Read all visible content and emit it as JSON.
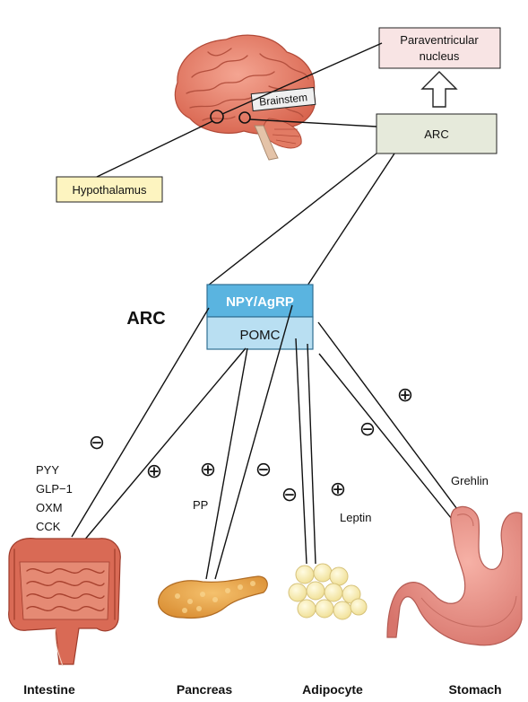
{
  "brain_labels": {
    "brainstem": "Brainstem",
    "hypothalamus": "Hypothalamus"
  },
  "boxes": {
    "paraventricular_line1": "Paraventricular",
    "paraventricular_line2": "nucleus",
    "arc_small": "ARC",
    "npy_agrp": "NPY/AgRP",
    "pomc": "POMC"
  },
  "arc_title": "ARC",
  "signals": {
    "intestine_hormones": [
      "PYY",
      "GLP−1",
      "OXM",
      "CCK"
    ],
    "pancreas_hormone": "PP",
    "adipocyte_hormone": "Leptin",
    "stomach_hormone": "Grehlin"
  },
  "symbols": {
    "minus": "⊖",
    "plus": "⊕"
  },
  "organs": {
    "intestine": "Intestine",
    "pancreas": "Pancreas",
    "adipocyte": "Adipocyte",
    "stomach": "Stomach"
  },
  "colors": {
    "npy_box": "#5ab4e0",
    "pomc_box": "#b9dff2",
    "paraventricular_box": "#f8e4e4",
    "arc_small_box": "#e6eadb",
    "hypothalamus_box": "#fdf4c0",
    "brain": "#e8806a",
    "stomach": "#e9928a",
    "pancreas": "#e8a24a",
    "intestine": "#d96a55",
    "fat": "#fbf2c4"
  }
}
